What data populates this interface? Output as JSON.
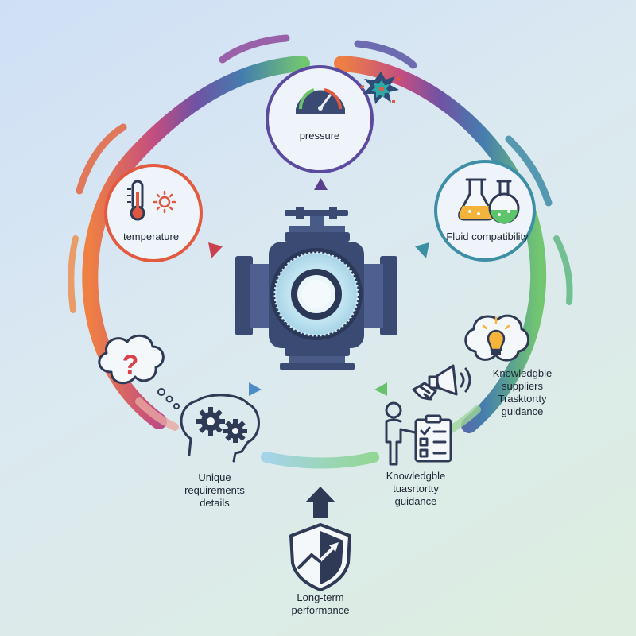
{
  "nodes": {
    "pressure": {
      "label": "pressure"
    },
    "temperature": {
      "label": "temperature"
    },
    "fluid": {
      "label": "Fluid compatibility"
    }
  },
  "suppliers": {
    "line1": "Knowledgble",
    "line2": "suppliers",
    "line3": "Trasktortty",
    "line4": "guidance"
  },
  "requirements": {
    "line1": "Unique",
    "line2": "requirements",
    "line3": "details"
  },
  "guidance": {
    "line1": "Knowledgble",
    "line2": "tuasrtortty",
    "line3": "guidance"
  },
  "performance": {
    "line1": "Long-term",
    "line2": "performance"
  },
  "colors": {
    "arc_orange": "#f08a3c",
    "arc_purple": "#6b4aa0",
    "arc_blue": "#3d6fa8",
    "arc_green": "#6cc46a",
    "valve_navy": "#3b4a72",
    "valve_core": "#bfe6f2"
  }
}
